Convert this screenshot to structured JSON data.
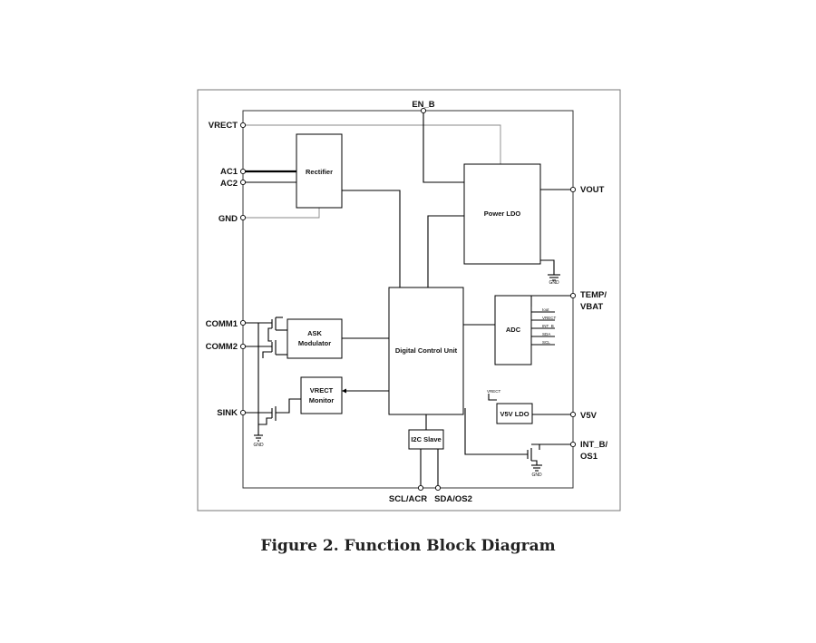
{
  "pins": {
    "en_b": "EN_B",
    "vrect": "VRECT",
    "ac1": "AC1",
    "ac2": "AC2",
    "gnd": "GND",
    "comm1": "COMM1",
    "comm2": "COMM2",
    "sink": "SINK",
    "vout": "VOUT",
    "temp_vbat_1": "TEMP/",
    "temp_vbat_2": "VBAT",
    "v5v": "V5V",
    "int_b_1": "INT_B/",
    "int_b_2": "OS1",
    "scl_acr": "SCL/ACR",
    "sda_os2": "SDA/OS2"
  },
  "blocks": {
    "rectifier": "Rectifier",
    "power_ldo": "Power LDO",
    "ask_1": "ASK",
    "ask_2": "Modulator",
    "vrect_mon_1": "VRECT",
    "vrect_mon_2": "Monitor",
    "dcu": "Digital Control Unit",
    "adc": "ADC",
    "v5v_ldo": "V5V LDO",
    "i2c": "I2C Slave"
  },
  "small_labels": {
    "gnd_ldo": "GND",
    "gnd_comm": "GND",
    "gnd_int": "GND",
    "vrect_v5v": "VRECT"
  },
  "adc_inputs": [
    "Iout",
    "VRECT",
    "INT_B",
    "SDA",
    "SCL"
  ],
  "caption": "Figure 2. Function Block Diagram"
}
